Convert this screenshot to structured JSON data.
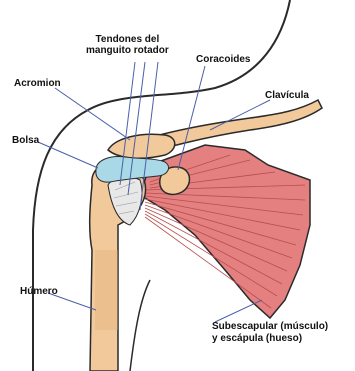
{
  "labels": {
    "tendones_line1": "Tendones del",
    "tendones_line2": "manguito rotador",
    "coracoides": "Coracoides",
    "acromion": "Acromion",
    "clavicula": "Clavícula",
    "bolsa": "Bolsa",
    "humero": "Húmero",
    "subescapular_line1": "Subescapular (músculo)",
    "subescapular_line2": "y escápula (hueso)"
  },
  "colors": {
    "outline": "#2a2a2a",
    "bone": "#f2c99a",
    "bone_shade": "#e0ad78",
    "muscle": "#e48080",
    "muscle_fiber": "#b84d4d",
    "bursa": "#a9d8e6",
    "tendon": "#e8e8e8",
    "leader_line": "#4a5fa8"
  }
}
